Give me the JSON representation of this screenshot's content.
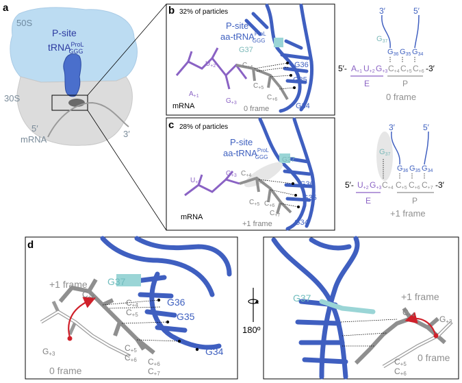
{
  "panel_a": {
    "letter": "a",
    "subunit_50s": "50S",
    "subunit_30s": "30S",
    "psite_line1": "P-site",
    "trna_base": "tRNA",
    "trna_sup": "ProL",
    "trna_sub": "GGG",
    "mrna_5prime": "5′",
    "mrna_word": "mRNA",
    "mrna_3prime": "3′"
  },
  "panel_b": {
    "letter": "b",
    "particles": "32% of particles",
    "psite": "P-site",
    "aa_trna_base": "aa-tRNA",
    "aa_trna_sup": "ProL",
    "aa_trna_sub": "GGG",
    "labels": {
      "g37": "G37",
      "g36": "G36",
      "g35": "G35",
      "g34": "G34",
      "c4": "C",
      "c4_sub": "+4",
      "c5": "C",
      "c5_sub": "+5",
      "c6": "C",
      "c6_sub": "+6",
      "u2": "U",
      "u2_sub": "+2",
      "a1": "A",
      "a1_sub": "+1",
      "g3": "G",
      "g3_sub": "+3",
      "mrna": "mRNA",
      "frame": "0 frame"
    }
  },
  "panel_c": {
    "letter": "c",
    "particles": "28% of particles",
    "psite": "P-site",
    "aa_trna_base": "aa-tRNA",
    "aa_trna_sup": "ProL",
    "aa_trna_sub": "GGG",
    "labels": {
      "g37": "G37",
      "g36": "G36",
      "g35": "G35",
      "g34": "G34",
      "c4": "C",
      "c4_sub": "+4",
      "c5": "C",
      "c5_sub": "+5",
      "c6": "C",
      "c6_sub": "+6",
      "c7": "C",
      "c7_sub": "+7",
      "u2": "U",
      "u2_sub": "+2",
      "g3": "G",
      "g3_sub": "+3",
      "mrna": "mRNA",
      "frame": "+1 frame"
    }
  },
  "schematic_top": {
    "three_prime": "3′",
    "five_prime": "5′",
    "g37": "G",
    "g37_sub": "37",
    "g36": "G",
    "g36_sub": "36",
    "g35": "G",
    "g35_sub": "35",
    "g34": "G",
    "g34_sub": "34",
    "seq_5": "5′-",
    "a1": "A",
    "a1_sub": "+1",
    "u2": "U",
    "u2_sub": "+2",
    "g3": "G",
    "g3_sub": "+3",
    "c4": "C",
    "c4_sub": "+4",
    "c5": "C",
    "c5_sub": "+5",
    "c6": "C",
    "c6_sub": "+6",
    "seq_3": "-3′",
    "site_e": "E",
    "site_p": "P",
    "frame": "0 frame"
  },
  "schematic_bottom": {
    "three_prime": "3′",
    "five_prime": "5′",
    "g37": "G",
    "g37_sub": "37",
    "g36": "G",
    "g36_sub": "36",
    "g35": "G",
    "g35_sub": "35",
    "g34": "G",
    "g34_sub": "34",
    "seq_5": "5′-",
    "u2": "U",
    "u2_sub": "+2",
    "g3": "G",
    "g3_sub": "+3",
    "c4": "C",
    "c4_sub": "+4",
    "c5": "C",
    "c5_sub": "+5",
    "c6": "C",
    "c6_sub": "+6",
    "c7": "C",
    "c7_sub": "+7",
    "seq_3": "-3′",
    "site_e": "E",
    "site_p": "P",
    "frame": "+1 frame"
  },
  "panel_d": {
    "letter": "d",
    "left": {
      "plus1": "+1 frame",
      "g37": "G37",
      "c4": "C",
      "c4_sub": "+4",
      "c4b": "C",
      "c4b_sub": "+4",
      "c5": "C",
      "c5_sub": "+5",
      "g36": "G36",
      "g35": "G35",
      "g34": "G34",
      "c5b": "C",
      "c5b_sub": "+5",
      "c6": "C",
      "c6_sub": "+6",
      "c6b": "C",
      "c6b_sub": "+6",
      "c7": "C",
      "c7_sub": "+7",
      "g3": "G",
      "g3_sub": "+3",
      "zero": "0 frame"
    },
    "rotation": "180º",
    "right": {
      "g37": "G37",
      "plus1": "+1 frame",
      "c4": "C",
      "c4_sub": "+4",
      "g3": "G",
      "g3_sub": "+3",
      "c5": "C",
      "c5_sub": "+5",
      "c6": "C",
      "c6_sub": "+6",
      "zero": "0 frame"
    }
  },
  "colors": {
    "blue_trna": "#3f5fc0",
    "blue_text": "#3d5fbf",
    "light_blue_50s": "#bcdcf2",
    "gray_30s": "#dcdcdc",
    "purple_mrna": "#8a62c4",
    "cyan_g37": "#9ad5d6",
    "gray_mrna": "#8f8f8f",
    "label_gray": "#7a8b99",
    "red_arrow": "#d0202a"
  }
}
